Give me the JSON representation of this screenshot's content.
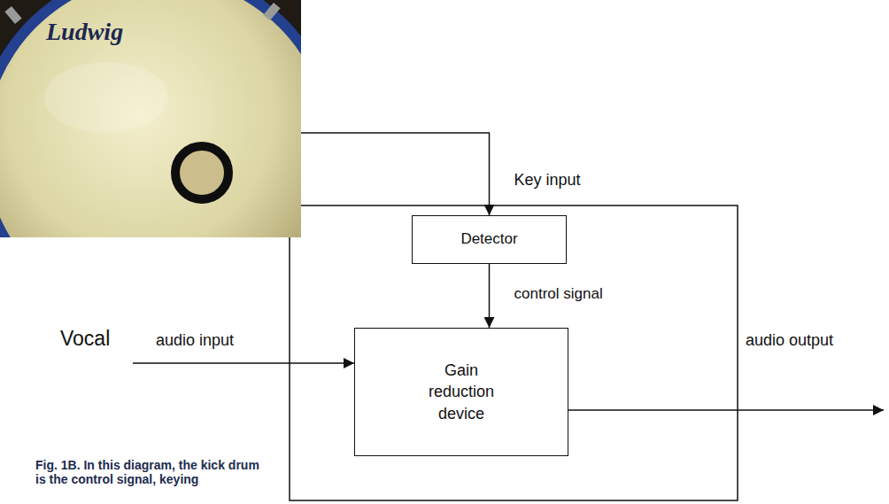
{
  "diagram": {
    "caption": "Fig. 1B. In this diagram, the kick drum is the control signal, keying",
    "nodes": [
      {
        "text": [
          "Ludwig"
        ]
      },
      {
        "text": [
          "Detector"
        ]
      },
      {
        "text": [
          "Gain reduction device"
        ]
      }
    ],
    "edges": [
      {
        "from": 0,
        "to": 1,
        "arrow": "to",
        "label": "Key input"
      },
      {
        "from": 1,
        "to": 2,
        "arrow": "to",
        "label": "control signal"
      }
    ],
    "labels": [
      "Vocal",
      "audio input",
      "audio output"
    ]
  }
}
